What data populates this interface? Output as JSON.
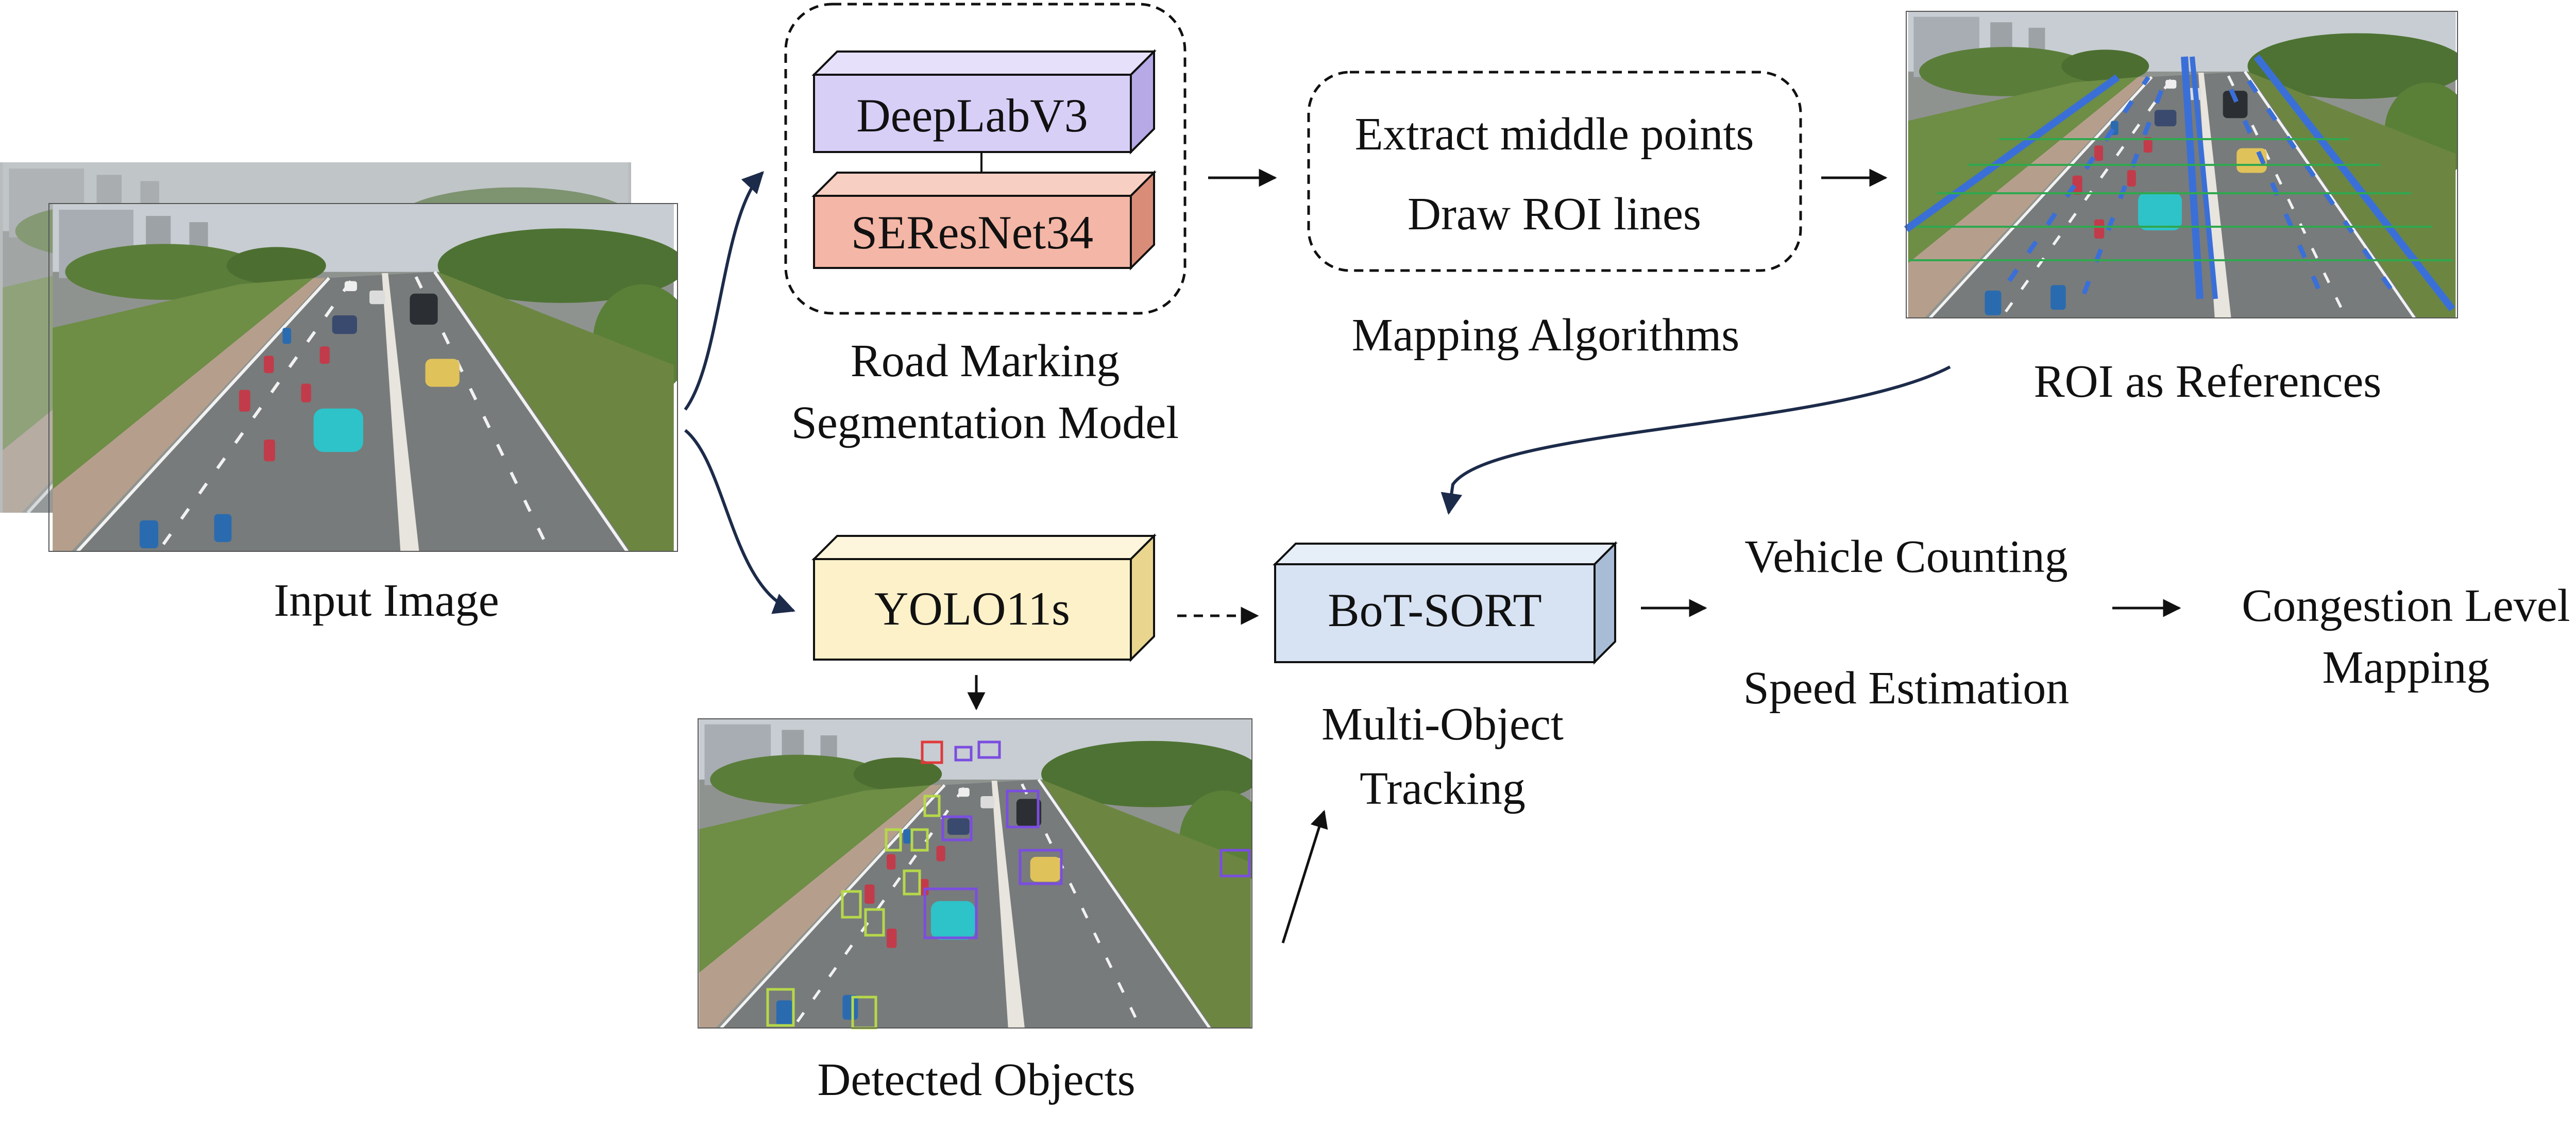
{
  "input": {
    "label": "Input Image"
  },
  "segmentation": {
    "block1": "DeepLabV3",
    "block2": "SEResNet34",
    "caption_line1": "Road Marking",
    "caption_line2": "Segmentation Model"
  },
  "mapping": {
    "line1": "Extract middle points",
    "line2": "Draw ROI lines",
    "caption": "Mapping Algorithms"
  },
  "roi": {
    "caption": "ROI as References"
  },
  "detector": {
    "label": "YOLO11s"
  },
  "detections": {
    "caption": "Detected Objects"
  },
  "tracker": {
    "label": "BoT-SORT",
    "caption_line1": "Multi-Object",
    "caption_line2": "Tracking"
  },
  "outputs": {
    "counting": "Vehicle Counting",
    "speed": "Speed Estimation"
  },
  "congestion": {
    "line1": "Congestion Level",
    "line2": "Mapping"
  },
  "colors": {
    "deeplab_front": "#d8cff7",
    "deeplab_top": "#e7e0fb",
    "deeplab_side": "#b6a9e6",
    "seresnet_front": "#f4b6a6",
    "seresnet_top": "#f8cfc3",
    "seresnet_side": "#d98d79",
    "yolo_front": "#fdf1c9",
    "yolo_top": "#fef6dc",
    "yolo_side": "#e9d58e",
    "botsort_front": "#d7e3f3",
    "botsort_top": "#e6eef8",
    "botsort_side": "#a9bcd6",
    "arrow_curve": "#1d2b4a",
    "roi_lane": "#3a6fd8",
    "roi_line": "#2fa84f",
    "bbox_purple": "#7b4de0",
    "bbox_green": "#b6d84a"
  }
}
